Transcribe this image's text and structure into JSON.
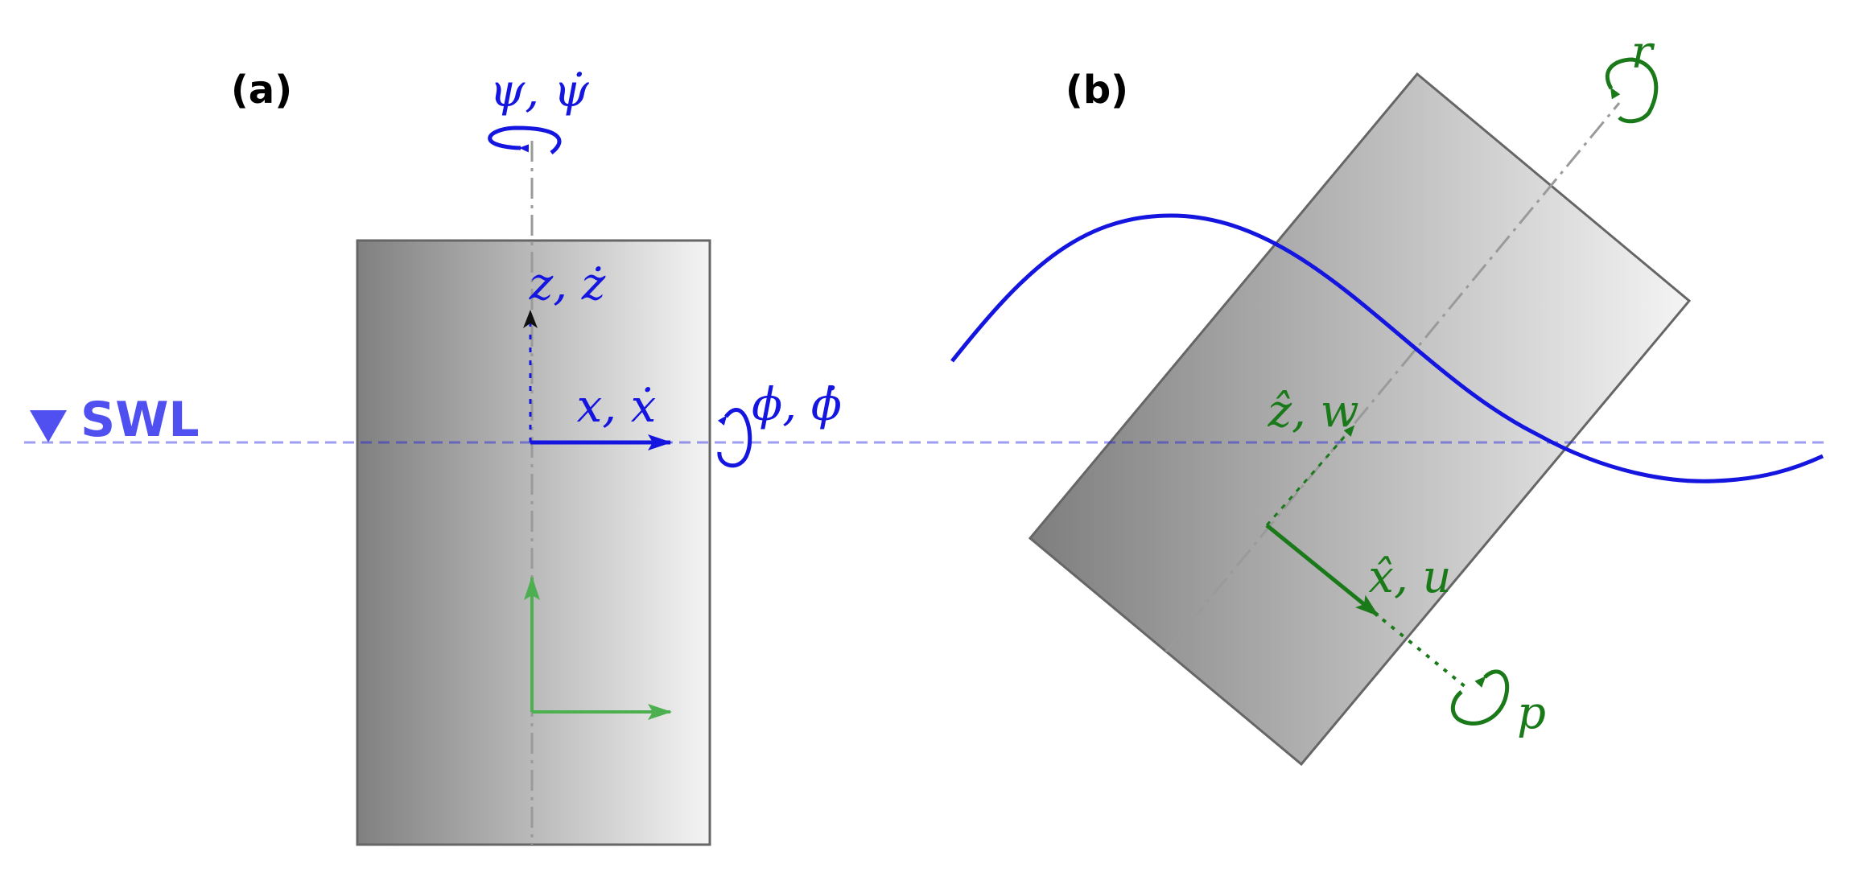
{
  "panels": {
    "a": {
      "label": "(a)"
    },
    "b": {
      "label": "(b)"
    }
  },
  "water_line": {
    "label": "SWL"
  },
  "panel_a": {
    "yaw_label": "ψ, ψ̇",
    "heave_label": "z, ż",
    "surge_label": "x, ẋ",
    "roll_label": "ϕ, ϕ̇"
  },
  "panel_b": {
    "yaw_rate_label": "r",
    "body_z_label": "ẑ, w",
    "body_x_label": "x̂, u",
    "roll_rate_label": "p"
  },
  "colors": {
    "blue": "#1515e0",
    "water_line": "#8f8fef",
    "green": "#1a7a1a",
    "light_green": "#4caf50",
    "axis_gray": "#9a9a9a",
    "outline": "#666666"
  }
}
